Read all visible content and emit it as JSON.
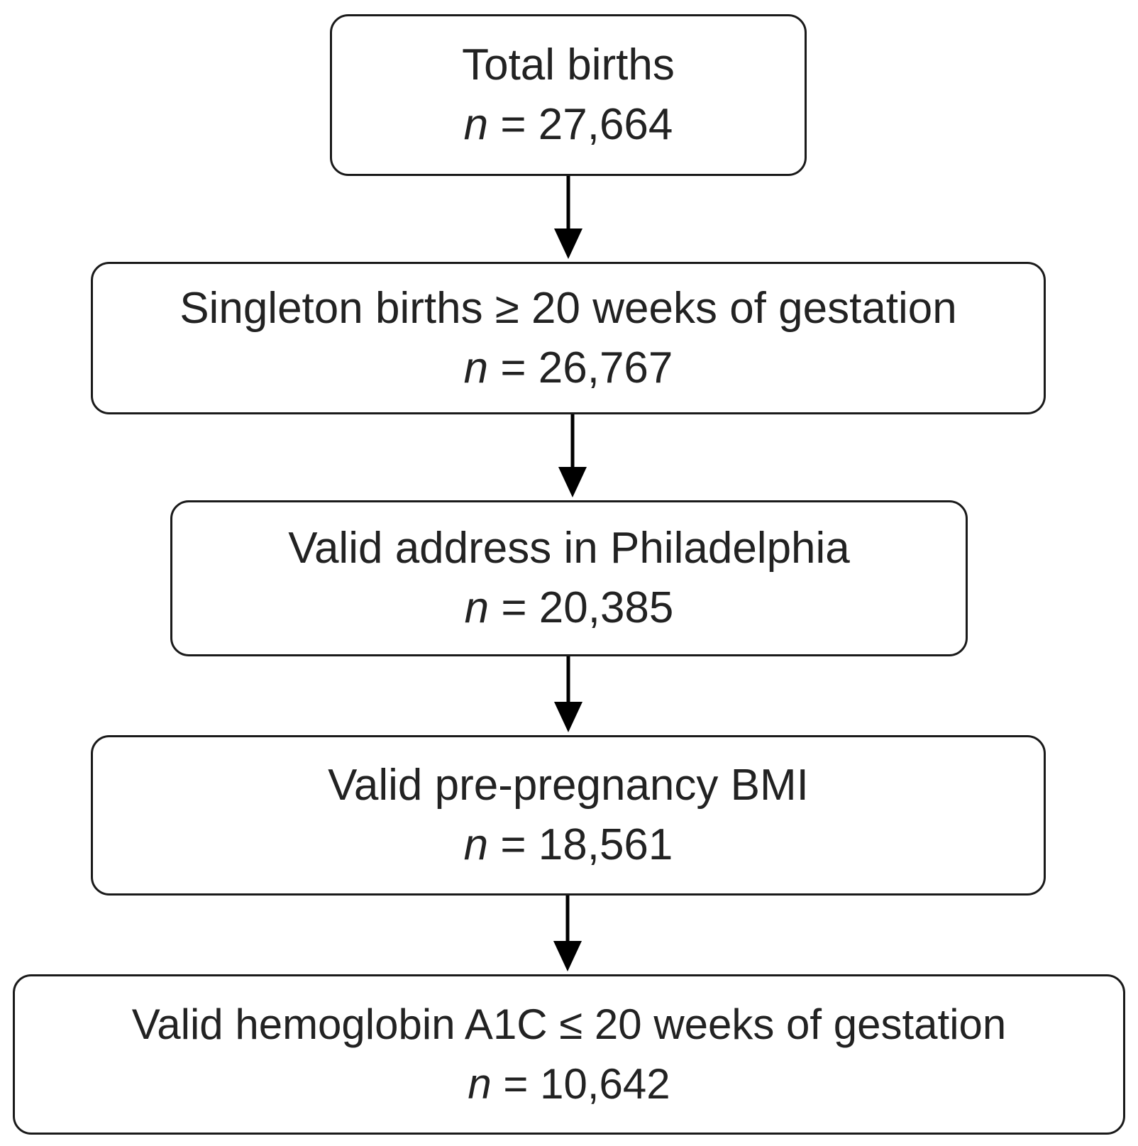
{
  "steps": [
    {
      "label": "Total births",
      "n_symbol": "n",
      "n_text": " = 27,664"
    },
    {
      "label": "Singleton births ≥ 20 weeks of gestation",
      "n_symbol": "n",
      "n_text": " = 26,767"
    },
    {
      "label": "Valid address in Philadelphia",
      "n_symbol": "n",
      "n_text": " = 20,385"
    },
    {
      "label": "Valid pre-pregnancy BMI",
      "n_symbol": "n",
      "n_text": " = 18,561"
    },
    {
      "label": "Valid hemoglobin A1C ≤ 20 weeks of gestation",
      "n_symbol": "n",
      "n_text": " = 10,642"
    }
  ]
}
